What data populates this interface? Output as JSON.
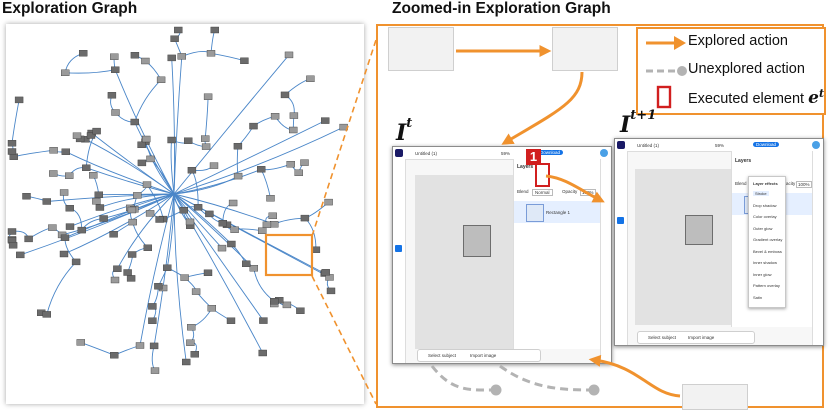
{
  "titles": {
    "left": "Exploration Graph",
    "right": "Zoomed-in Exploration Graph"
  },
  "legend": {
    "explored": "Explored action",
    "unexplored": "Unexplored action",
    "executed_prefix": "Executed element ",
    "executed_symbol": "e",
    "executed_sup": "t"
  },
  "colors": {
    "accent_orange": "#f0922e",
    "executed_red": "#d11f1f",
    "graph_edge_blue": "#4a86c8",
    "unexplored_gray": "#b3b3b3",
    "app_accent_blue": "#1473e6"
  },
  "frames": {
    "before_label": "I",
    "before_sup": "t",
    "after_label": "I",
    "after_sup": "t+1"
  },
  "badge": "1",
  "screen_before": {
    "doc_name": "Untitled (1)",
    "zoom": "59%",
    "download": "Download",
    "panel_title": "Layers",
    "blend_label": "Blend",
    "blend_value": "Normal",
    "opacity_label": "Opacity",
    "opacity_value": "100%",
    "layer_name": "Rectangle 1",
    "select_subject": "Select subject",
    "import_image": "Import image"
  },
  "screen_after": {
    "doc_name": "Untitled (1)",
    "zoom": "59%",
    "download": "Download",
    "panel_title": "Layers",
    "blend_label": "Blend",
    "blend_value": "Nor",
    "opacity_label": "Opacity",
    "opacity_value": "100%",
    "select_subject": "Select subject",
    "import_image": "Import image",
    "effects_menu": {
      "header": "Layer effects",
      "items": [
        "Stroke",
        "Drop shadow",
        "Color overlay",
        "Outer glow",
        "Gradient overlay",
        "Bevel & emboss",
        "Inner shadow",
        "Inner glow",
        "Pattern overlay",
        "Satin"
      ]
    }
  }
}
